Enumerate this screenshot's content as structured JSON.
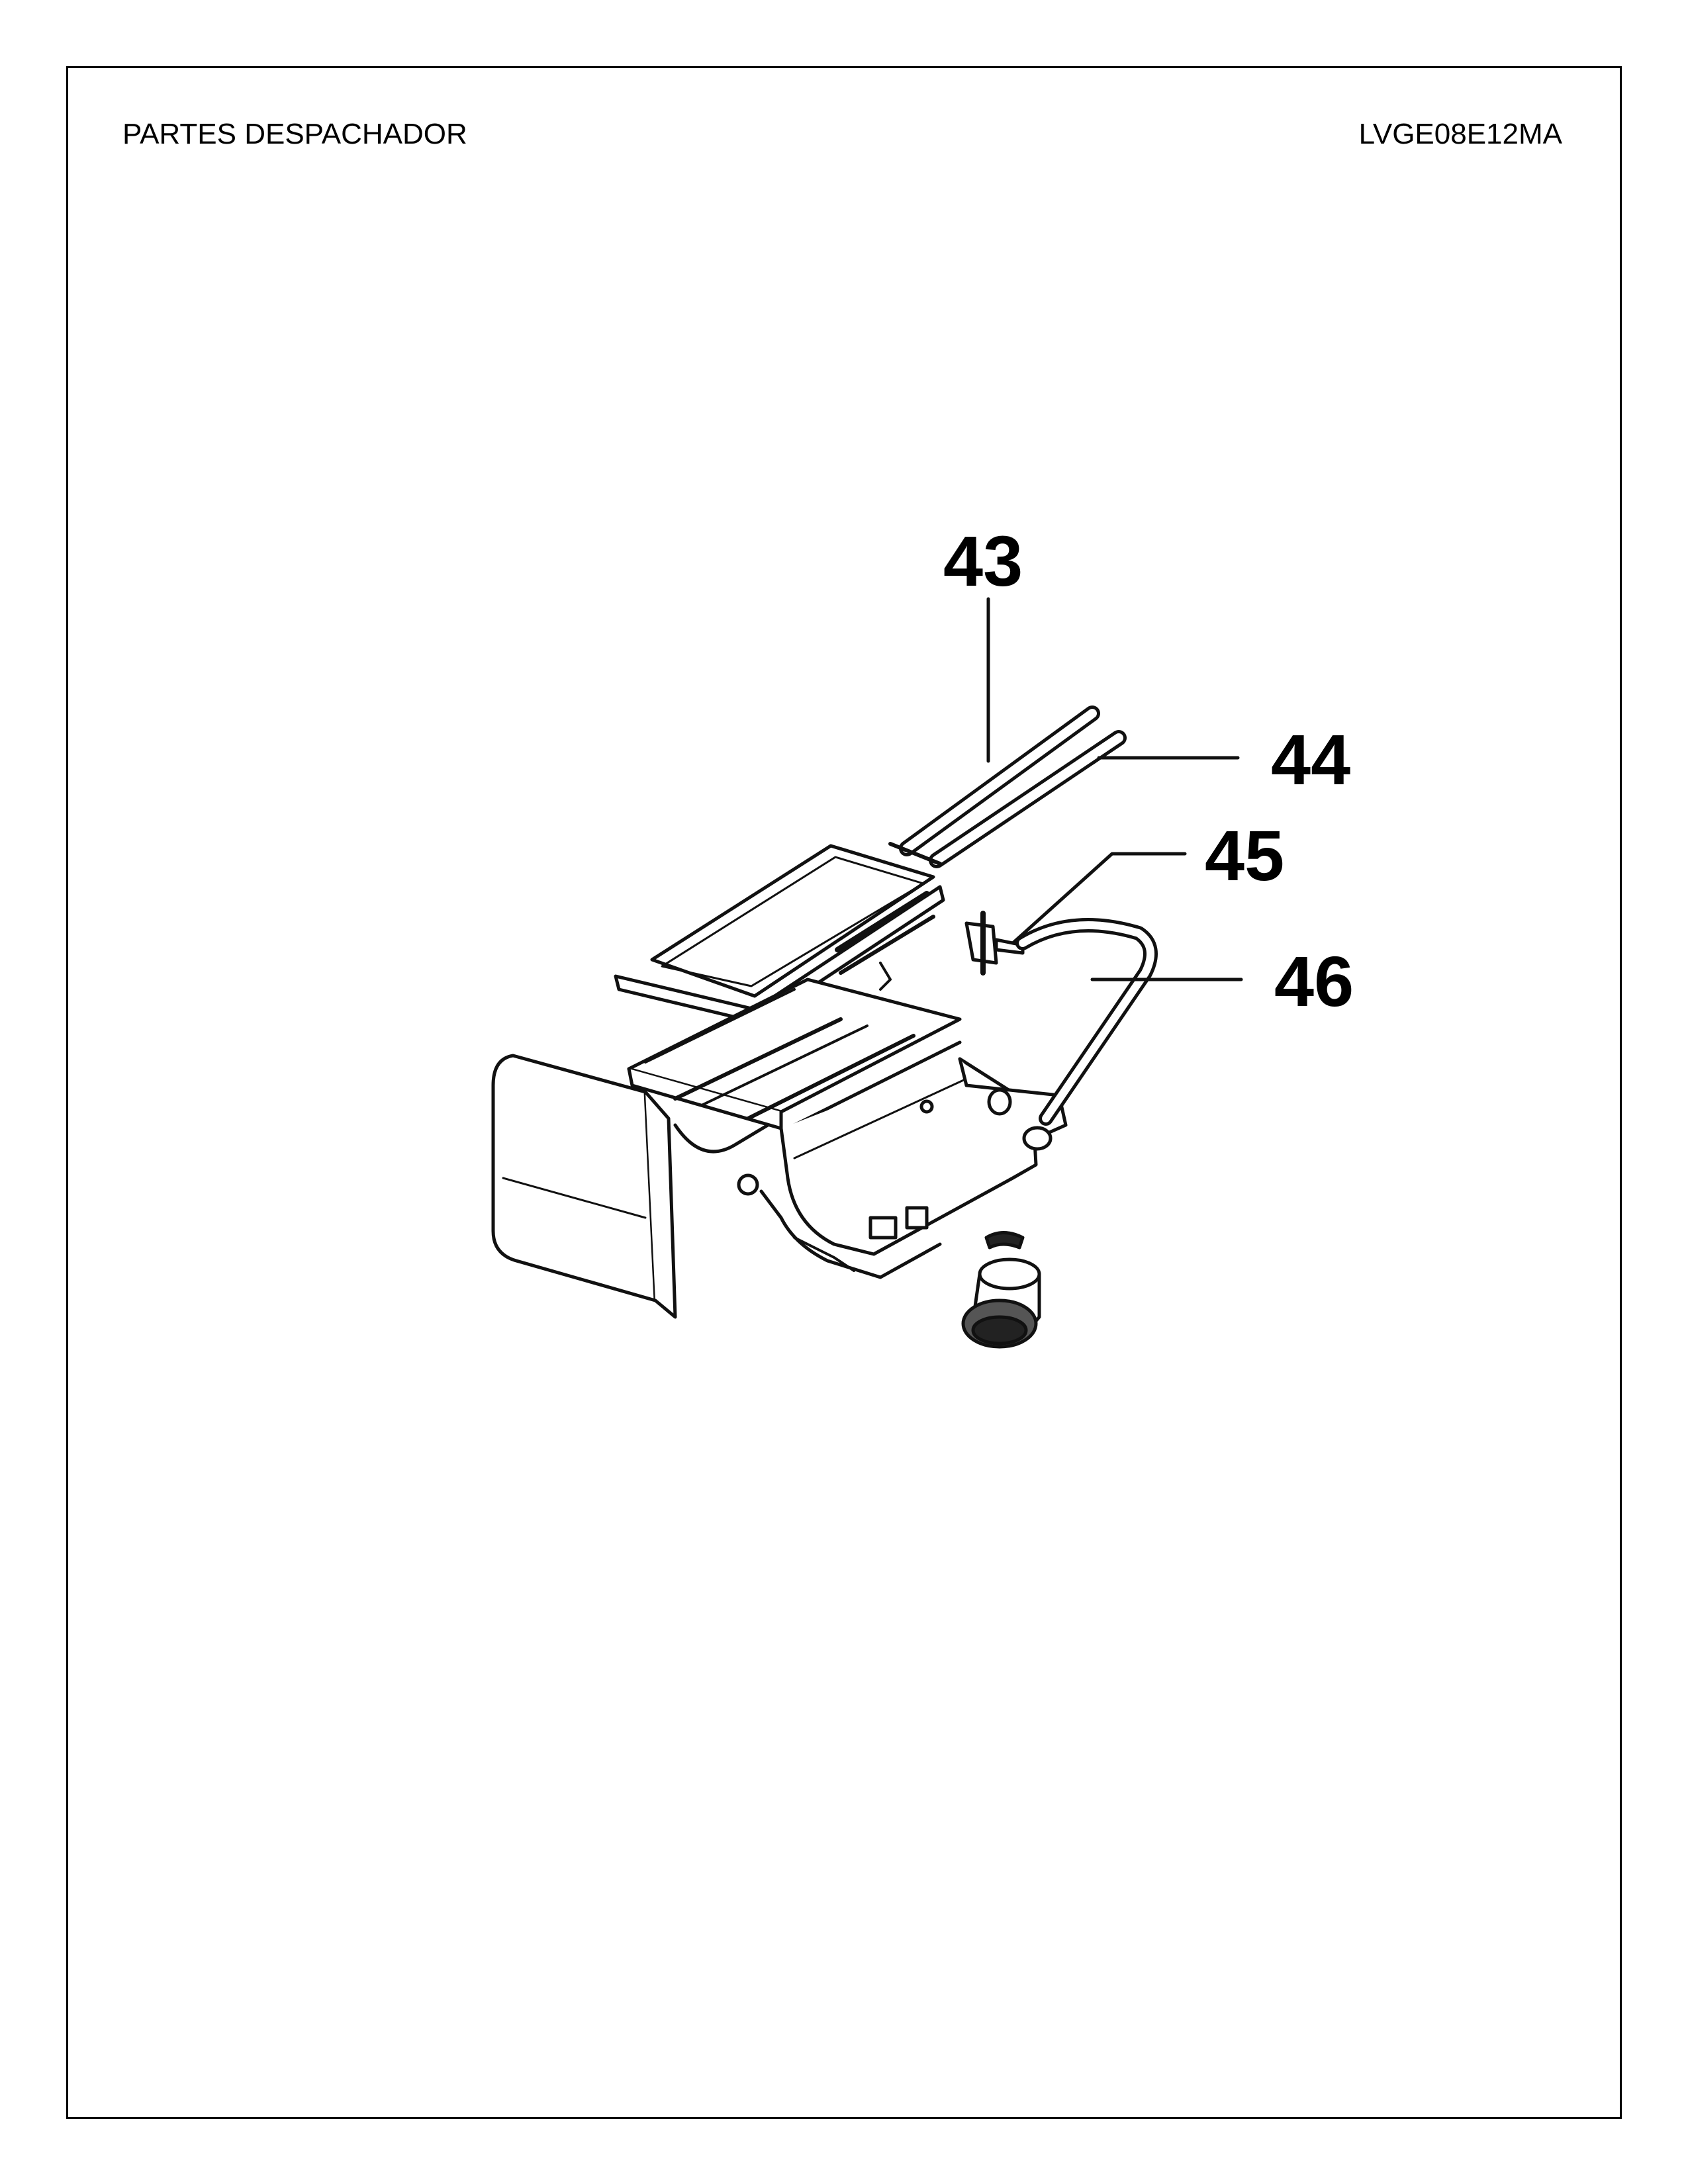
{
  "header": {
    "title": "PARTES DESPACHADOR",
    "model": "LVGE08E12MA"
  },
  "diagram": {
    "callouts": [
      "43",
      "44",
      "45",
      "46"
    ]
  }
}
